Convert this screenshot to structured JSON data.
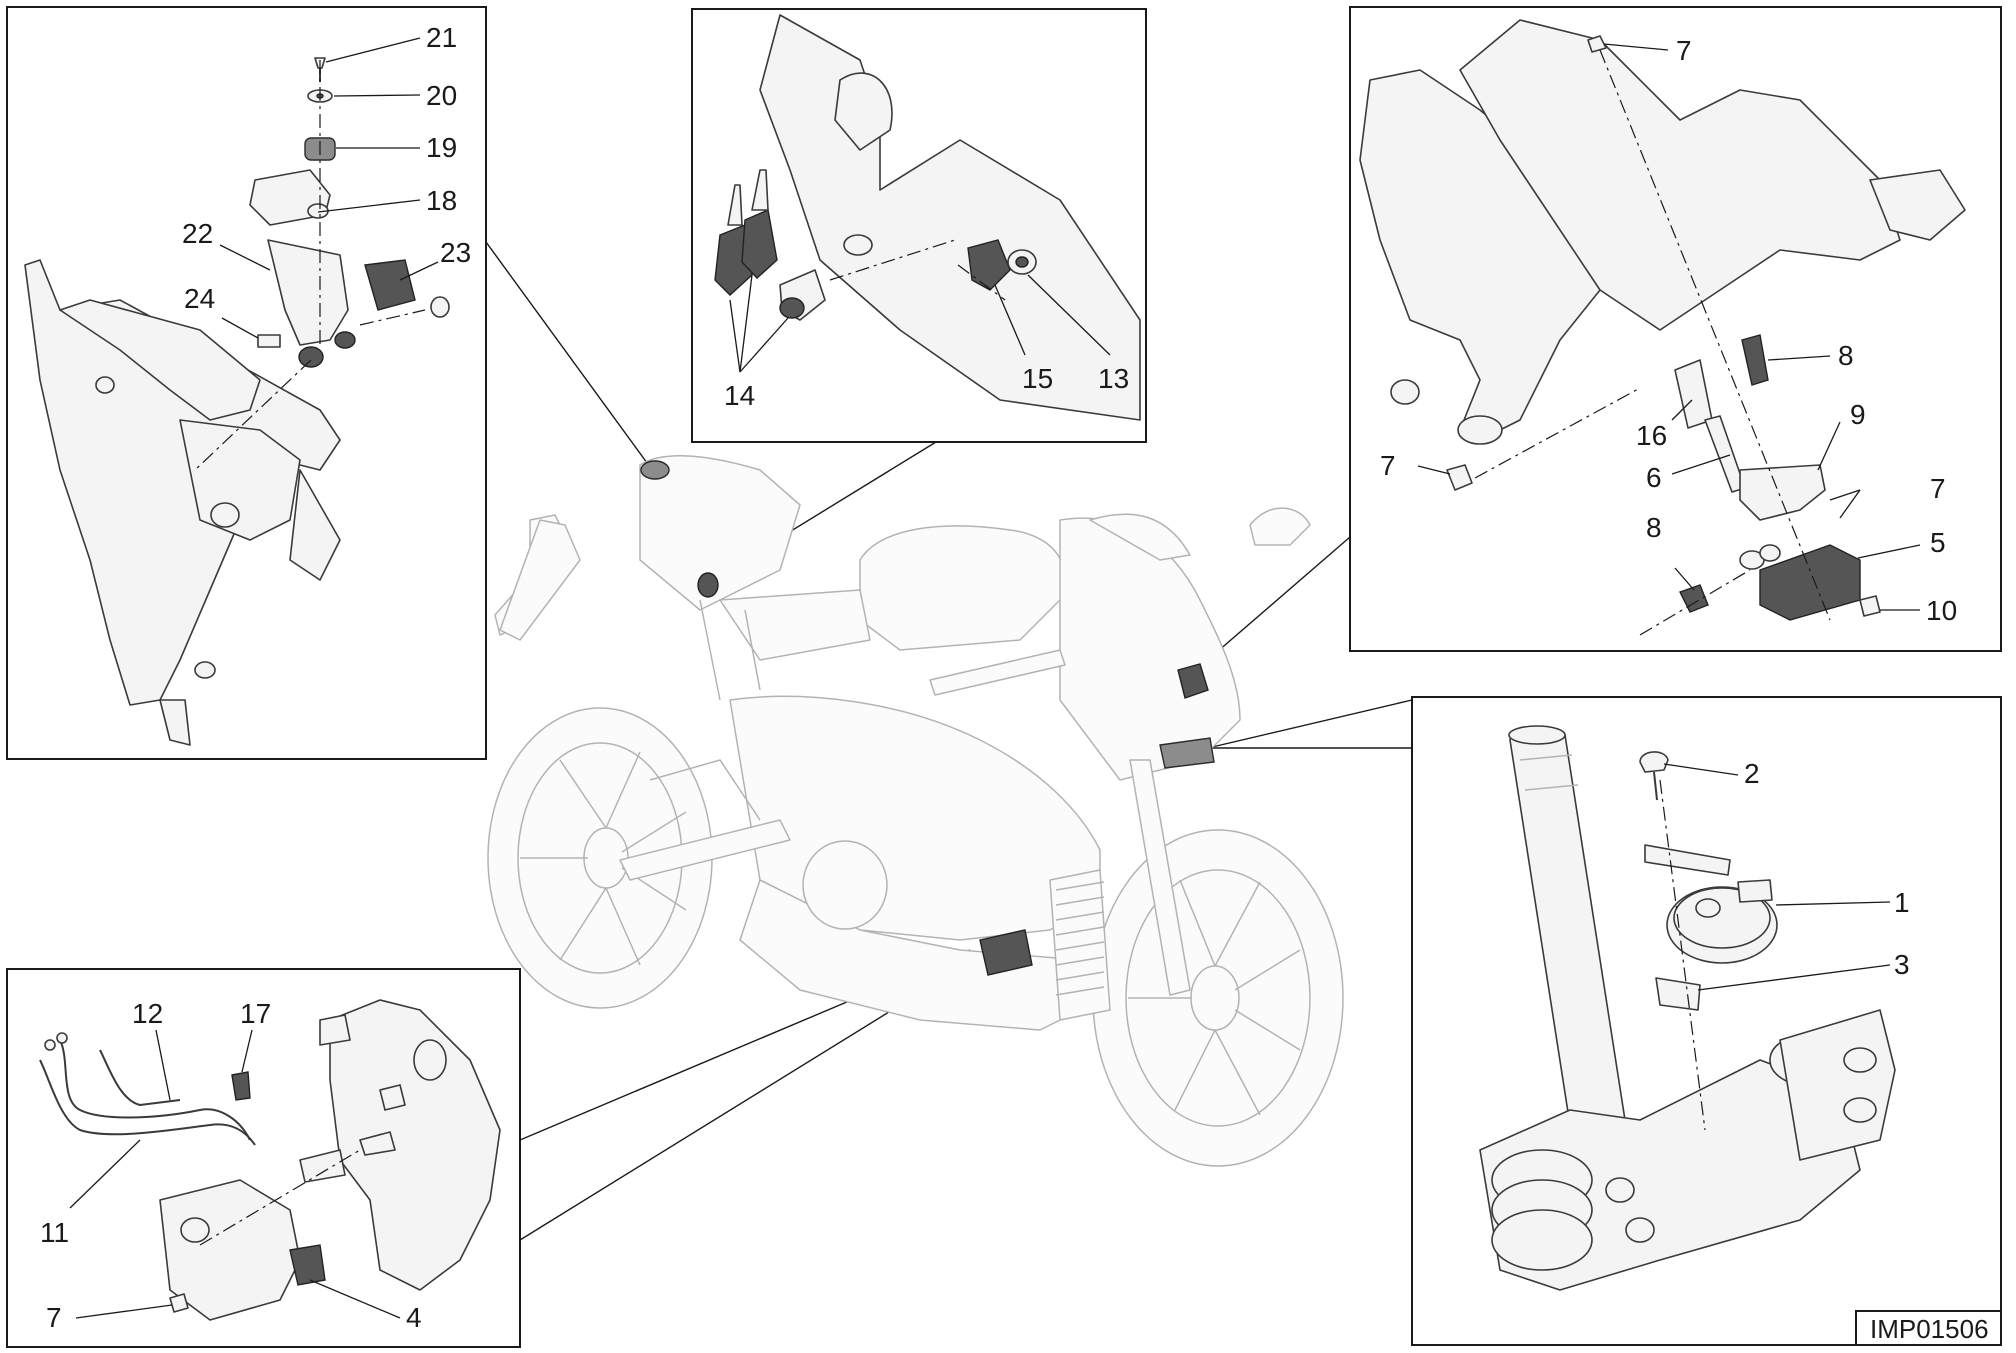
{
  "drawing_code": "IMP01506",
  "panels": {
    "top_left": {
      "callouts": [
        {
          "id": "c21",
          "label": "21"
        },
        {
          "id": "c20",
          "label": "20"
        },
        {
          "id": "c19",
          "label": "19"
        },
        {
          "id": "c18",
          "label": "18"
        },
        {
          "id": "c22",
          "label": "22"
        },
        {
          "id": "c23",
          "label": "23"
        },
        {
          "id": "c24",
          "label": "24"
        }
      ]
    },
    "top_center": {
      "callouts": [
        {
          "id": "c14",
          "label": "14"
        },
        {
          "id": "c15",
          "label": "15"
        },
        {
          "id": "c13",
          "label": "13"
        }
      ]
    },
    "top_right": {
      "callouts": [
        {
          "id": "c7a",
          "label": "7"
        },
        {
          "id": "c8a",
          "label": "8"
        },
        {
          "id": "c9",
          "label": "9"
        },
        {
          "id": "c16",
          "label": "16"
        },
        {
          "id": "c6",
          "label": "6"
        },
        {
          "id": "c7b",
          "label": "7"
        },
        {
          "id": "c7c",
          "label": "7"
        },
        {
          "id": "c8b",
          "label": "8"
        },
        {
          "id": "c5",
          "label": "5"
        },
        {
          "id": "c10",
          "label": "10"
        }
      ]
    },
    "bottom_left": {
      "callouts": [
        {
          "id": "c12",
          "label": "12"
        },
        {
          "id": "c17",
          "label": "17"
        },
        {
          "id": "c11",
          "label": "11"
        },
        {
          "id": "c7d",
          "label": "7"
        },
        {
          "id": "c4",
          "label": "4"
        }
      ]
    },
    "bottom_right": {
      "callouts": [
        {
          "id": "c2",
          "label": "2"
        },
        {
          "id": "c1",
          "label": "1"
        },
        {
          "id": "c3",
          "label": "3"
        }
      ]
    }
  }
}
